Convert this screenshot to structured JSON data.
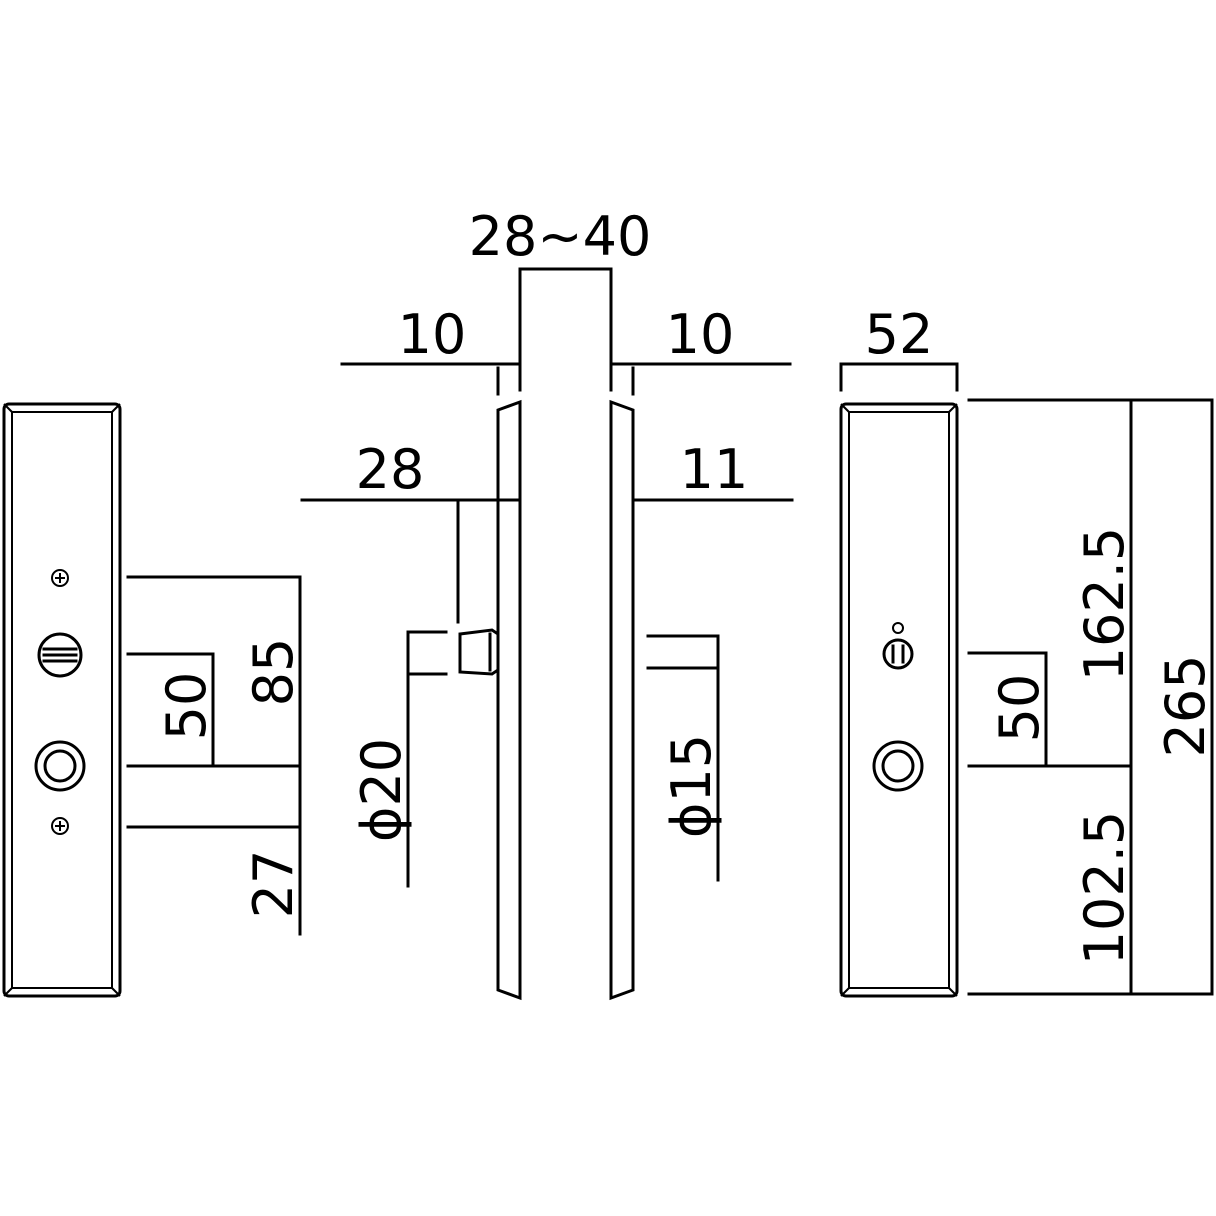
{
  "dimensions": {
    "spindle_range": "28~40",
    "rose_left_thickness": "10",
    "rose_right_thickness": "10",
    "thumbturn_projection": "28",
    "emergency_projection": "11",
    "plate_width": "52",
    "turn_to_cylinder_left": "50",
    "screw_to_cylinder": "85",
    "cylinder_to_lower_screw": "27",
    "turn_diameter": "ϕ20",
    "emergency_diameter": "ϕ15",
    "turn_to_cylinder_right": "50",
    "upper_length": "162.5",
    "overall_length": "265",
    "lower_length": "102.5"
  },
  "colors": {
    "line": "#000000",
    "background": "#ffffff"
  }
}
